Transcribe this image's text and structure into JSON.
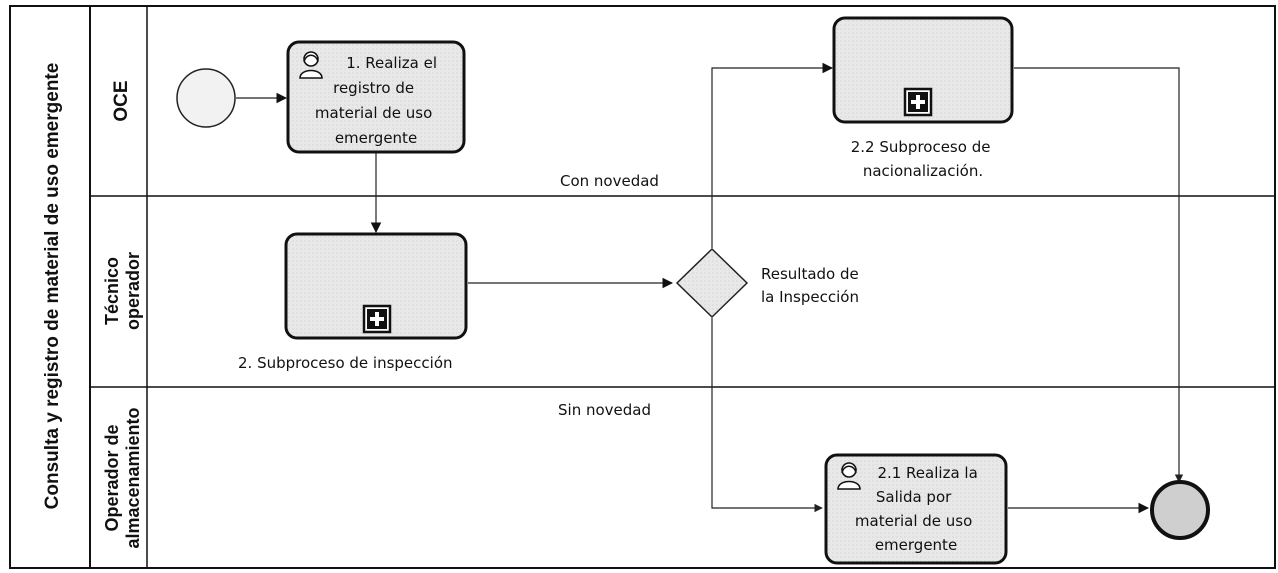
{
  "pool": {
    "title": "Consulta y registro de material de uso emergente"
  },
  "lanes": [
    {
      "id": "oce",
      "label_lines": [
        "OCE"
      ]
    },
    {
      "id": "tecnico",
      "label_lines": [
        "Técnico",
        "operador"
      ]
    },
    {
      "id": "operador",
      "label_lines": [
        "Operador de",
        "almacenamiento"
      ]
    }
  ],
  "tasks": {
    "task1": {
      "lines": [
        "1. Realiza  el",
        "registro de",
        "material de uso",
        "emergente"
      ],
      "icon": "user-icon"
    },
    "sub2": {
      "caption": "2. Subproceso de inspección",
      "icon": "plus-icon"
    },
    "sub22": {
      "caption_lines": [
        "2.2 Subproceso de",
        "nacionalización."
      ],
      "icon": "plus-icon"
    },
    "task21": {
      "lines": [
        "2.1 Realiza la",
        "Salida por",
        "material de uso",
        "emergente"
      ],
      "icon": "user-icon"
    }
  },
  "gateway": {
    "label_lines": [
      "Resultado de",
      "la Inspección"
    ]
  },
  "flows": {
    "con_novedad": "Con novedad",
    "sin_novedad": "Sin novedad"
  },
  "colors": {
    "task_fill": "#e6e6e6",
    "border": "#111111",
    "start_fill": "#f2f2f2",
    "end_fill": "#cfcfcf"
  }
}
